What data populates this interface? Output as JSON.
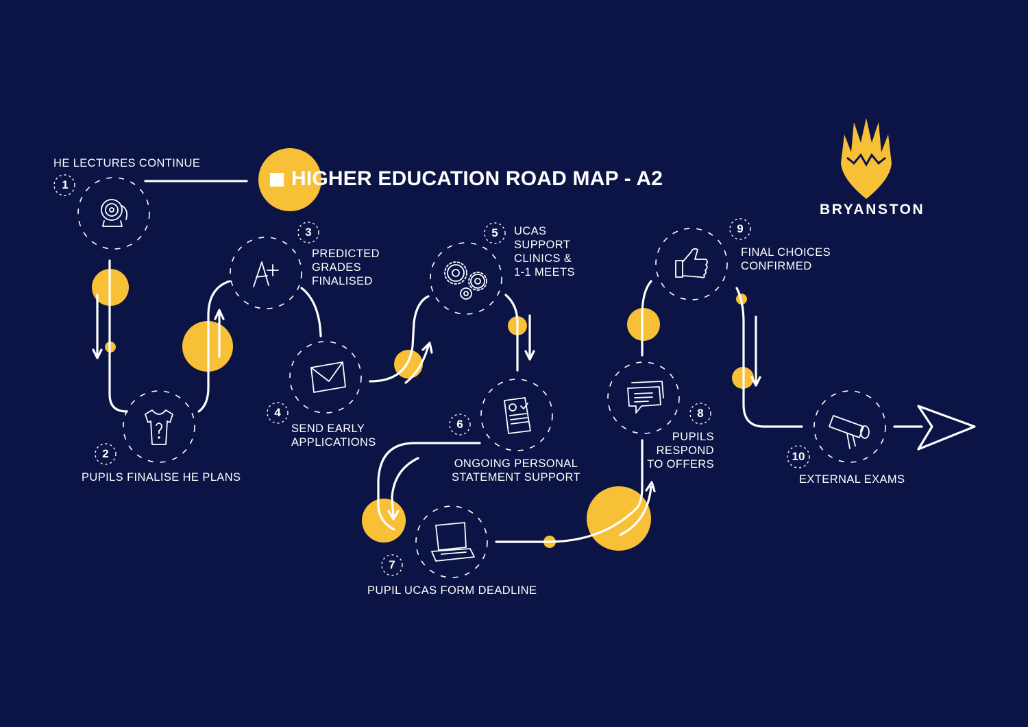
{
  "title": "HIGHER EDUCATION ROAD MAP - A2",
  "brand": {
    "name": "BRYANSTON"
  },
  "colors": {
    "background": "#0b1445",
    "accent": "#f7c036",
    "line": "#ffffff"
  },
  "steps": [
    {
      "number": "1",
      "label": "HE LECTURES CONTINUE",
      "icon": "alarm-bell-icon"
    },
    {
      "number": "2",
      "label": "PUPILS FINALISE HE PLANS",
      "icon": "shirt-question-icon"
    },
    {
      "number": "3",
      "label": "PREDICTED\nGRADES\nFINALISED",
      "icon": "a-plus-grade-icon"
    },
    {
      "number": "4",
      "label": "SEND EARLY\nAPPLICATIONS",
      "icon": "envelope-icon"
    },
    {
      "number": "5",
      "label": "UCAS\nSUPPORT\nCLINICS &\n1-1 MEETS",
      "icon": "gears-icon"
    },
    {
      "number": "6",
      "label": "ONGOING PERSONAL\nSTATEMENT SUPPORT",
      "icon": "document-icon"
    },
    {
      "number": "7",
      "label": "PUPIL UCAS FORM DEADLINE",
      "icon": "laptop-icon"
    },
    {
      "number": "8",
      "label": "PUPILS\nRESPOND\nTO OFFERS",
      "icon": "speech-bubbles-icon"
    },
    {
      "number": "9",
      "label": "FINAL CHOICES\nCONFIRMED",
      "icon": "thumbs-up-icon"
    },
    {
      "number": "10",
      "label": "EXTERNAL EXAMS",
      "icon": "diploma-scroll-icon"
    }
  ]
}
